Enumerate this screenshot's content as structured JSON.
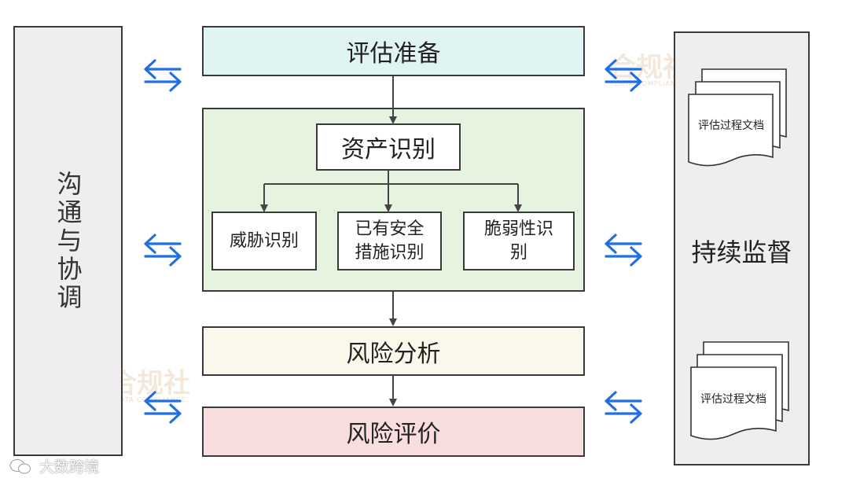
{
  "left_panel": {
    "label": "沟通与协调"
  },
  "right_panel": {
    "label": "持续监督"
  },
  "steps": {
    "preparation": "评估准备",
    "identification": {
      "asset": "资产识别",
      "threat_line1": "威胁识别",
      "safeguard_line1": "已有安全",
      "safeguard_line2": "措施识别",
      "vuln_line1": "脆弱性识",
      "vuln_line2": "别"
    },
    "analysis": "风险分析",
    "evaluation": "风险评价"
  },
  "documents": [
    {
      "label": "评估过程文档"
    },
    {
      "label": "评估过程文档"
    }
  ],
  "watermark": {
    "text": "合规社",
    "subtext": "DATA COMPLIANCE"
  },
  "brand": {
    "text": "大数跨境"
  },
  "colors": {
    "arrow_blue": "#1f6fe0",
    "preparation_fill": "#dff4f3",
    "identification_fill": "#e6f4df",
    "analysis_fill": "#faf8ea",
    "evaluation_fill": "#f7dddd",
    "panel_fill": "#efeded"
  },
  "icons": [
    "bidirectional-arrow-icon",
    "document-stack-icon",
    "wechat-icon"
  ]
}
